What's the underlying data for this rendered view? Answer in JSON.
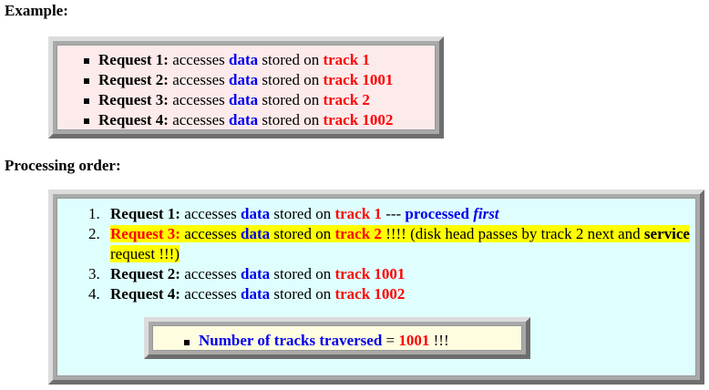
{
  "headings": {
    "example": "Example:",
    "processing": "Processing order:"
  },
  "example_requests": [
    {
      "label": "Request 1:",
      "t1": "accesses",
      "data": "data",
      "t2": "stored on",
      "track": "track 1"
    },
    {
      "label": "Request 2:",
      "t1": "accesses",
      "data": "data",
      "t2": "stored on",
      "track": "track 1001"
    },
    {
      "label": "Request 3:",
      "t1": "accesses",
      "data": "data",
      "t2": "stored on",
      "track": "track 2"
    },
    {
      "label": "Request 4:",
      "t1": "accesses",
      "data": "data",
      "t2": "stored on",
      "track": "track 1002"
    }
  ],
  "processing": {
    "items": [
      {
        "num": "1.",
        "label": "Request 1:",
        "t1": "accesses",
        "data": "data",
        "t2": "stored on",
        "track": "track 1",
        "sep": "---",
        "processed": "processed",
        "first": "first"
      },
      {
        "num": "2.",
        "label": "Request 3:",
        "t1": "accesses",
        "data": "data",
        "t2": "stored on",
        "track": "track 2",
        "note1": "!!!! (disk head passes by track 2 next and",
        "service": "service",
        "note2": "request !!!)"
      },
      {
        "num": "3.",
        "label": "Request 2:",
        "t1": "accesses",
        "data": "data",
        "t2": "stored on",
        "track": "track 1001"
      },
      {
        "num": "4.",
        "label": "Request 4:",
        "t1": "accesses",
        "data": "data",
        "t2": "stored on",
        "track": "track 1002"
      }
    ],
    "summary": {
      "label": "Number of tracks traversed",
      "eq": "=",
      "value": "1001",
      "suffix": "!!!"
    }
  }
}
